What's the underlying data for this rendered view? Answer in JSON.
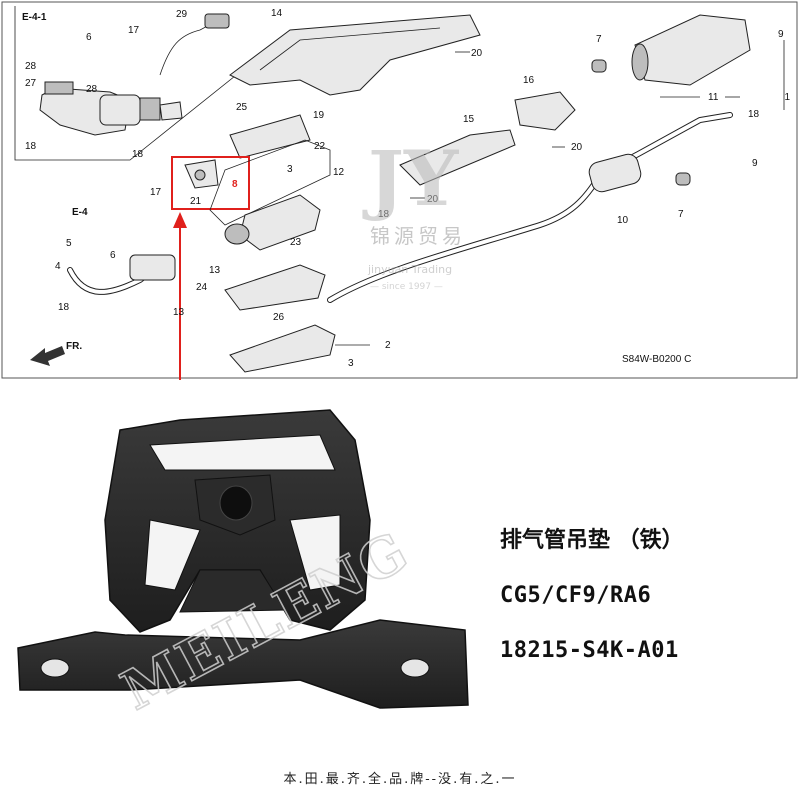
{
  "diagram": {
    "ref_e41": "E-4-1",
    "ref_e4": "E-4",
    "front_label": "FR.",
    "diagram_code": "S84W-B0200 C",
    "callouts": [
      "1",
      "2",
      "3",
      "4",
      "5",
      "6",
      "7",
      "8",
      "9",
      "10",
      "11",
      "12",
      "13",
      "14",
      "15",
      "16",
      "17",
      "18",
      "19",
      "20",
      "21",
      "22",
      "23",
      "24",
      "25",
      "26",
      "27",
      "28",
      "29"
    ]
  },
  "watermark": {
    "logo": "JY",
    "name_cn": "锦源贸易",
    "name_en": "jinyuan Trading",
    "since": "— since 1997 —"
  },
  "photo": {
    "brand_engraving": "MEILENG"
  },
  "product": {
    "title": "排气管吊垫  （铁）",
    "models": "CG5/CF9/RA6",
    "part_number": "18215-S4K-A01"
  },
  "footer": {
    "tagline": "本.田.最.齐.全.品.牌--没.有.之.一"
  },
  "colors": {
    "highlight": "#e0201c",
    "rubber": "#2a2a2a",
    "watermark": "#b8b8b8"
  }
}
